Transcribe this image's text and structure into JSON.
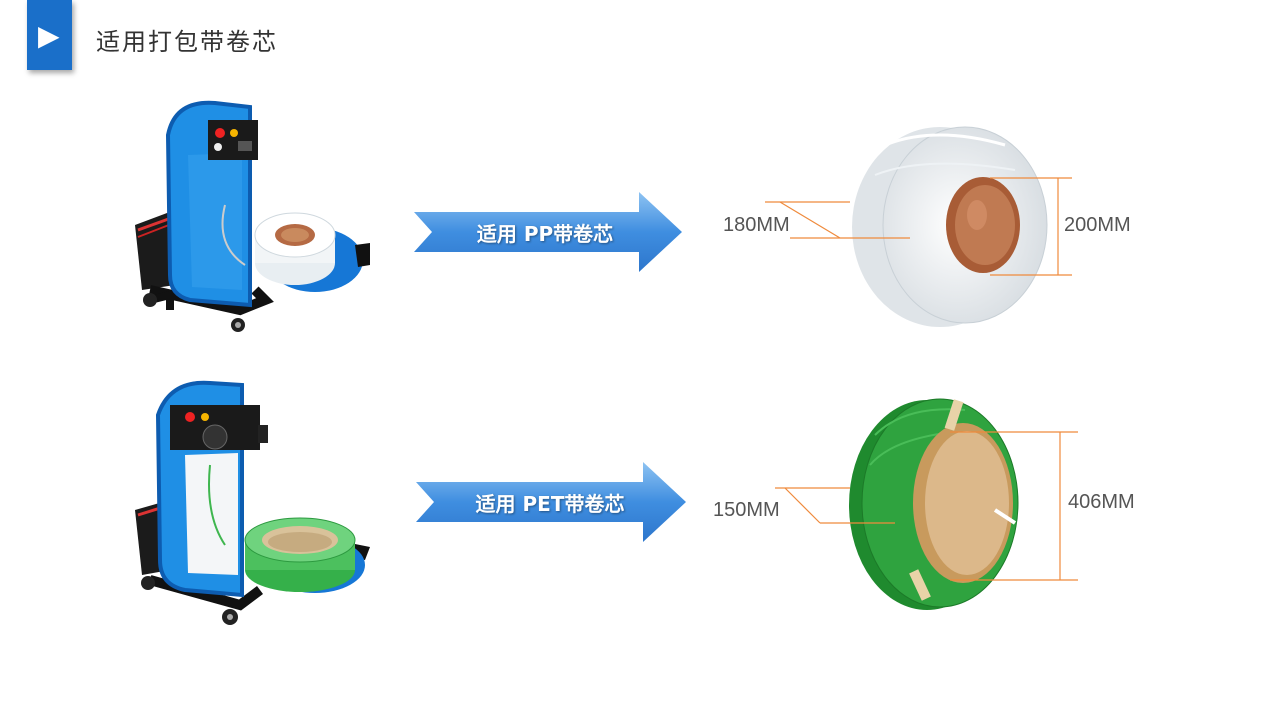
{
  "header": {
    "icon": "play-icon",
    "title": "适用打包带卷芯",
    "accent": "#1a6fc9"
  },
  "rows": [
    {
      "arrow_label": "适用 PP带卷芯",
      "dim_width": "180MM",
      "dim_height": "200MM",
      "coil": "white-pp-strap-coil",
      "machine": "pp-coil-dispenser-machine"
    },
    {
      "arrow_label": "适用 PET带卷芯",
      "dim_width": "150MM",
      "dim_height": "406MM",
      "coil": "green-pet-strap-coil",
      "machine": "pet-coil-dispenser-machine"
    }
  ]
}
